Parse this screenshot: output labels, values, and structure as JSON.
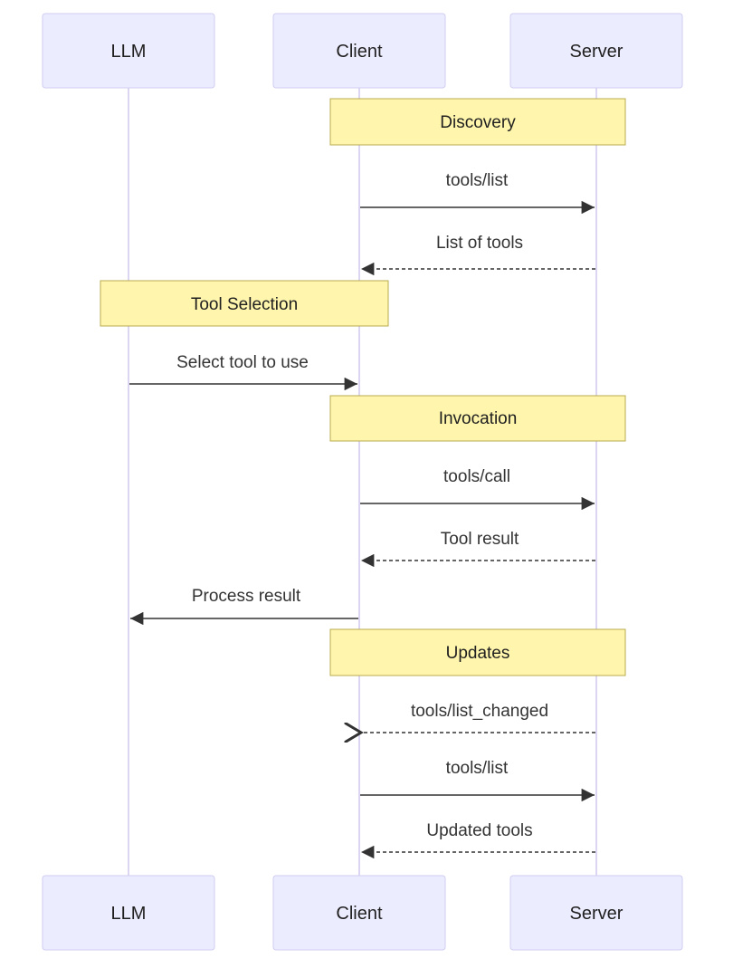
{
  "participants": [
    {
      "id": "llm",
      "label": "LLM"
    },
    {
      "id": "client",
      "label": "Client"
    },
    {
      "id": "server",
      "label": "Server"
    }
  ],
  "notes": {
    "discovery": "Discovery",
    "tool_selection": "Tool Selection",
    "invocation": "Invocation",
    "updates": "Updates"
  },
  "messages": {
    "tools_list_1": "tools/list",
    "list_of_tools": "List of tools",
    "select_tool": "Select tool to use",
    "tools_call": "tools/call",
    "tool_result": "Tool result",
    "process_result": "Process result",
    "tools_list_changed": "tools/list_changed",
    "tools_list_2": "tools/list",
    "updated_tools": "Updated tools"
  },
  "colors": {
    "actor_fill": "#ececff",
    "note_fill": "#fff5ad",
    "line": "#333333"
  }
}
